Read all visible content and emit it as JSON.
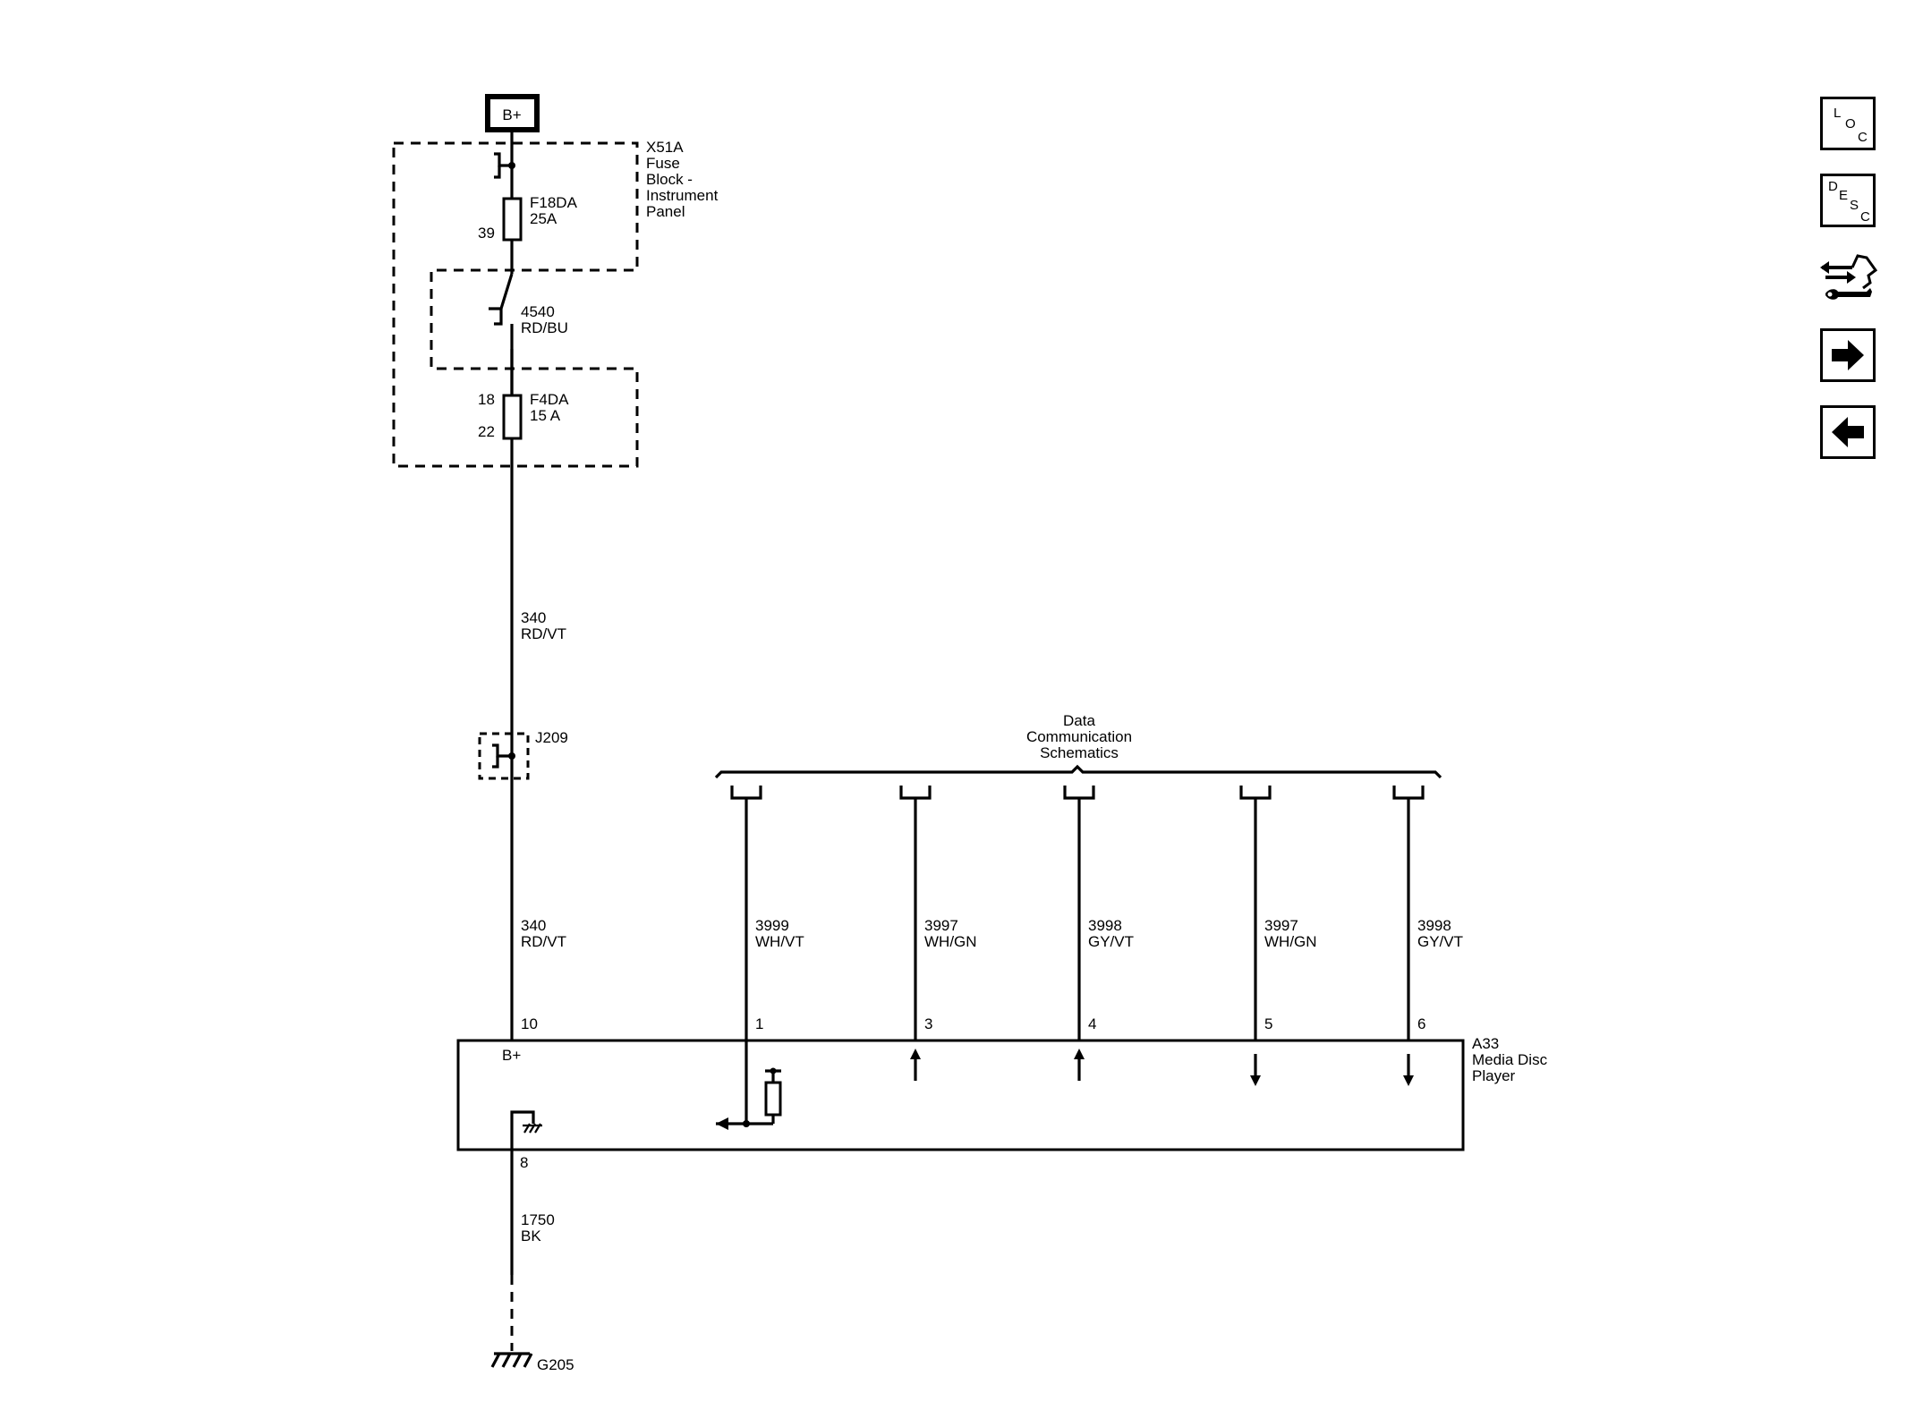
{
  "power": {
    "label": "B+"
  },
  "fuse_block": {
    "id": "X51A",
    "name_lines": [
      "Fuse",
      "Block -",
      "Instrument",
      "Panel"
    ],
    "fuse1": {
      "name": "F18DA",
      "rating": "25A",
      "pin": "39"
    },
    "link": {
      "circuit": "4540",
      "color": "RD/BU"
    },
    "fuse2": {
      "name": "F4DA",
      "rating": "15 A",
      "pin_in": "18",
      "pin_out": "22"
    }
  },
  "wire_upper": {
    "circuit": "340",
    "color": "RD/VT"
  },
  "splice": {
    "id": "J209"
  },
  "wire_lower": {
    "circuit": "340",
    "color": "RD/VT"
  },
  "data_comm": {
    "lines": [
      "Data",
      "Communication",
      "Schematics"
    ]
  },
  "signal_wires": [
    {
      "circuit": "3999",
      "color": "WH/VT",
      "pin": "1",
      "direction": "out"
    },
    {
      "circuit": "3997",
      "color": "WH/GN",
      "pin": "3",
      "direction": "in"
    },
    {
      "circuit": "3998",
      "color": "GY/VT",
      "pin": "4",
      "direction": "in"
    },
    {
      "circuit": "3997",
      "color": "WH/GN",
      "pin": "5",
      "direction": "out"
    },
    {
      "circuit": "3998",
      "color": "GY/VT",
      "pin": "6",
      "direction": "out"
    }
  ],
  "module": {
    "id": "A33",
    "name_lines": [
      "Media Disc",
      "Player"
    ],
    "power_pin": "10",
    "power_label": "B+",
    "ground_pin": "8"
  },
  "ground_wire": {
    "circuit": "1750",
    "color": "BK"
  },
  "ground": {
    "id": "G205"
  },
  "nav": {
    "loc": [
      "L",
      "O",
      "C"
    ],
    "desc": [
      "D",
      "E",
      "S",
      "C"
    ],
    "icons": [
      "connector-tool-icon",
      "arrow-right-icon",
      "arrow-left-icon"
    ]
  }
}
